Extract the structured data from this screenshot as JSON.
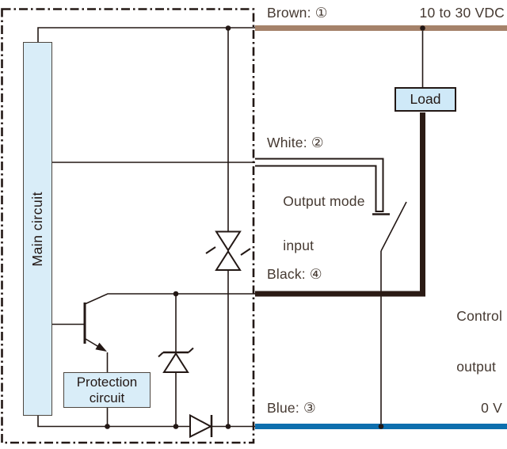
{
  "wires": {
    "brown": {
      "label": "Brown: ①",
      "voltage": "10 to 30 VDC",
      "color": "#a5826a"
    },
    "white": {
      "label": "White: ②",
      "function_line1": "Output mode",
      "function_line2": "input",
      "color": "#ffffff"
    },
    "black": {
      "label": "Black: ④",
      "function_line1": "Control",
      "function_line2": "output",
      "color": "#2b1b15"
    },
    "blue": {
      "label": "Blue: ③",
      "voltage": "0 V",
      "color": "#0e6fae"
    }
  },
  "blocks": {
    "main_circuit": {
      "label": "Main circuit"
    },
    "protection_circuit": {
      "line1": "Protection",
      "line2": "circuit"
    },
    "load": {
      "label": "Load"
    }
  },
  "colors": {
    "ink": "#231815",
    "label_text": "#453931",
    "box_fill": "#d9edf8",
    "load_fill": "#cfe9f8",
    "box_border": "#4d463f"
  },
  "components": {
    "surge_absorber": "bidirectional-zener-diode",
    "output_protection": "zener-diode",
    "output_transistor": "npn-transistor",
    "polarity_protection": "series-diode",
    "mode_select": "switch-to-0V"
  }
}
